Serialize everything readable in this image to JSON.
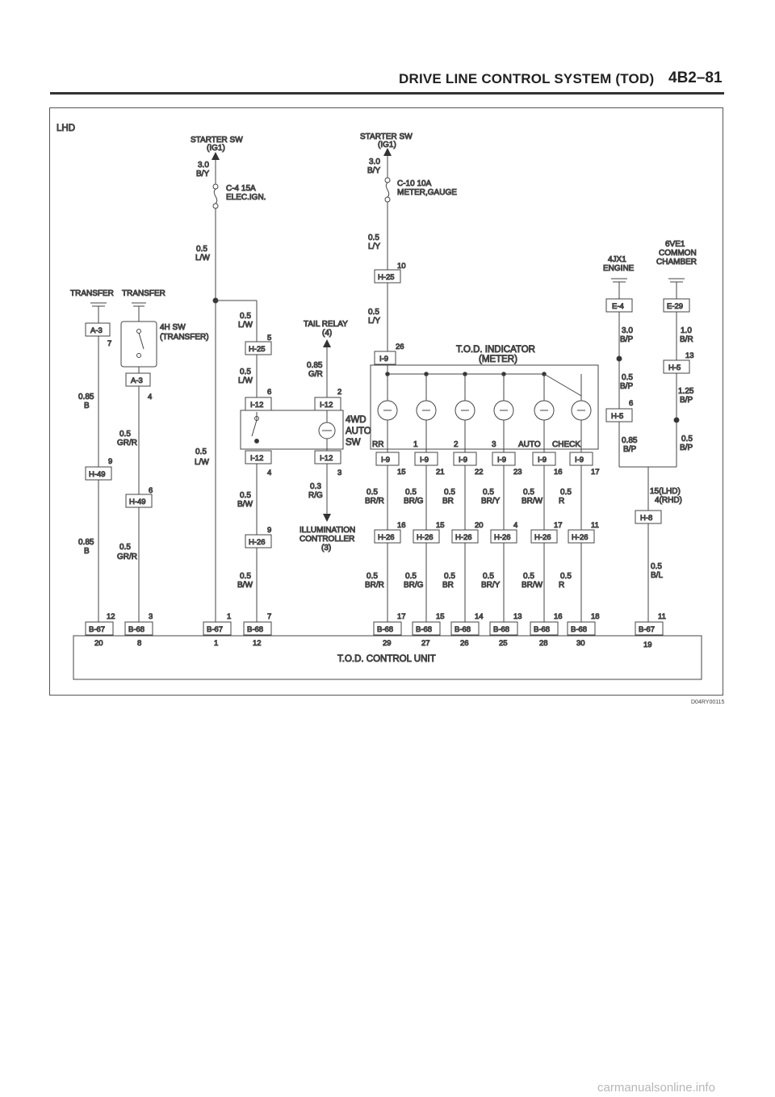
{
  "header": {
    "title": "DRIVE LINE CONTROL SYSTEM (TOD)",
    "page": "4B2–81"
  },
  "figure_id": "D04RY00115",
  "watermark": "carmanualsonline.info",
  "diagram": {
    "region": "LHD",
    "starter_sw_1": {
      "name": "STARTER SW",
      "sub": "(IG1)",
      "wire_size": "3.0",
      "wire_color": "B/Y",
      "fuse": "C-4 15A",
      "fuse_name": "ELEC.IGN.",
      "wire2_size": "0.5",
      "wire2_color": "L/W"
    },
    "starter_sw_2": {
      "name": "STARTER SW",
      "sub": "(IG1)",
      "wire_size": "3.0",
      "wire_color": "B/Y",
      "fuse": "C-10 10A",
      "fuse_name": "METER,GAUGE",
      "wire2_size": "0.5",
      "wire2_color": "L/Y"
    },
    "transfer_1": "TRANSFER",
    "transfer_2": "TRANSFER",
    "sw_4h": {
      "line1": "4H SW",
      "line2": "(TRANSFER)"
    },
    "tail_relay": {
      "name": "TAIL RELAY",
      "ref": "(4)"
    },
    "illum": {
      "line1": "ILLUMINATION",
      "line2": "CONTROLLER",
      "ref": "(3)"
    },
    "sw_4wd": {
      "line1": "4WD",
      "line2": "AUTO",
      "line3": "SW"
    },
    "tod_indicator": {
      "line1": "T.O.D. INDICATOR",
      "line2": "(METER)",
      "lamps": [
        "RR",
        "1",
        "2",
        "3",
        "AUTO",
        "CHECK"
      ]
    },
    "engine_4jx1": {
      "line1": "4JX1",
      "line2": "ENGINE"
    },
    "engine_6ve1": {
      "line1": "6VE1",
      "line2": "COMMON",
      "line3": "CHAMBER"
    },
    "control_unit": "T.O.D. CONTROL UNIT",
    "connectors": {
      "A3": "A-3",
      "H49": "H-49",
      "H25": "H-25",
      "H26": "H-26",
      "I12": "I-12",
      "I9": "I-9",
      "B67": "B-67",
      "B68": "B-68",
      "E4": "E-4",
      "E29": "E-29",
      "H5": "H-5",
      "H8": "H-8"
    },
    "wires": {
      "w085b": "0.85",
      "wB": "B",
      "w05": "0.5",
      "wGRR": "GR/R",
      "wLW": "L/W",
      "wBW": "B/W",
      "w085": "0.85",
      "wGR": "G/R",
      "w03": "0.3",
      "wRG": "R/G",
      "wLY": "L/Y",
      "wBRR": "BR/R",
      "wBRG": "BR/G",
      "wBR": "BR",
      "wBRY": "BR/Y",
      "wBRW": "BR/W",
      "wR": "R",
      "w30": "3.0",
      "wBP": "B/P",
      "w10": "1.0",
      "wBRr": "B/R",
      "w125": "1.25",
      "wBL": "B/L",
      "h8_lhd": "15(LHD)",
      "h8_rhd": "4(RHD)"
    },
    "pins": {
      "p1": "1",
      "p2": "2",
      "p3": "3",
      "p4": "4",
      "p5": "5",
      "p6": "6",
      "p7": "7",
      "p8": "8",
      "p9": "9",
      "p10": "10",
      "p11": "11",
      "p12": "12",
      "p13": "13",
      "p14": "14",
      "p15": "15",
      "p16": "16",
      "p17": "17",
      "p18": "18",
      "p19": "19",
      "p20": "20",
      "p21": "21",
      "p22": "22",
      "p23": "23",
      "p25": "25",
      "p26": "26",
      "p27": "27",
      "p28": "28",
      "p29": "29",
      "p30": "30"
    }
  }
}
